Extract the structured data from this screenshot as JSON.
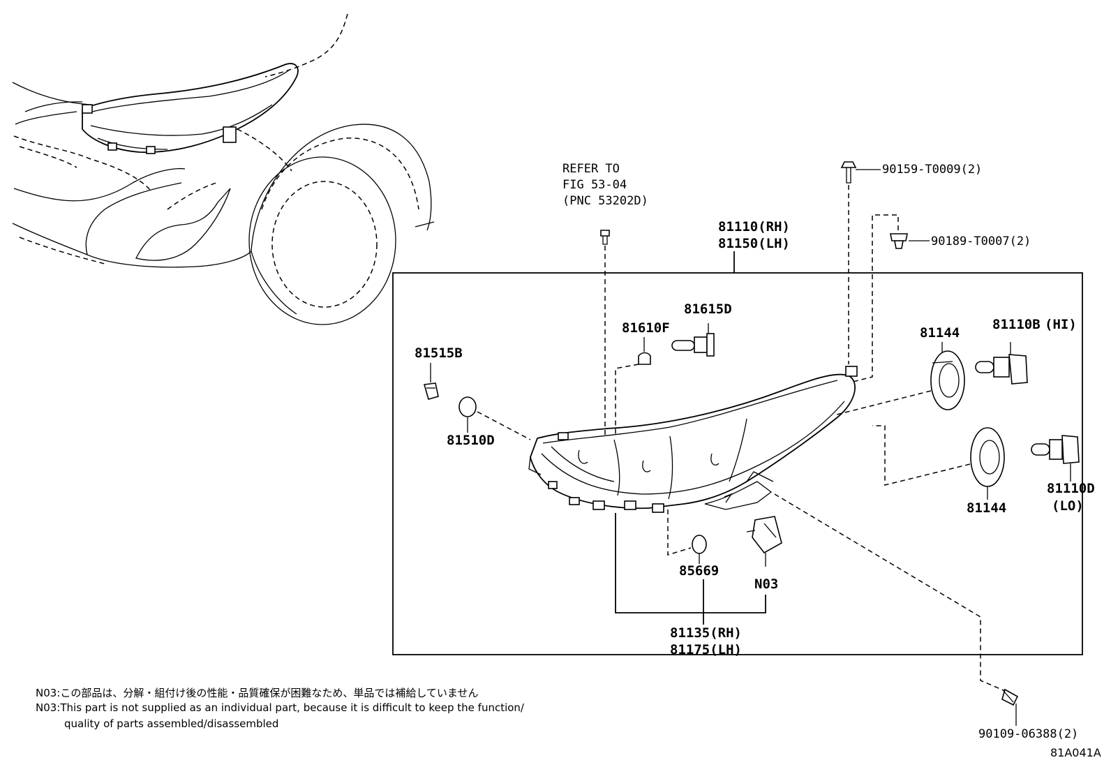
{
  "refer": {
    "line1": "REFER TO",
    "line2": "FIG 53-04",
    "line3": "(PNC 53202D)"
  },
  "parts": {
    "p81110_rh": "81110(RH)",
    "p81150_lh": "81150(LH)",
    "p90159": "90159-T0009(2)",
    "p90189": "90189-T0007(2)",
    "p81615d": "81615D",
    "p81610f": "81610F",
    "p81515b": "81515B",
    "p81510d": "81510D",
    "p81144_upper": "81144",
    "p81144_lower": "81144",
    "p81110b": "81110B",
    "p81110b_hi": "(HI)",
    "p81110d": "81110D",
    "p81110d_lo": "(LO)",
    "p85669": "85669",
    "pN03": "N03",
    "p81135_rh": "81135(RH)",
    "p81175_lh": "81175(LH)",
    "p90109": "90109-06388(2)"
  },
  "notes": {
    "jp": "N03:この部品は、分解・組付け後の性能・品質確保が困難なため、単品では補給していません",
    "en_line1": "N03:This part is not supplied as an individual part, because it is difficult to keep the function/",
    "en_line2": "quality of parts assembled/disassembled"
  },
  "figure_code": "81A041A"
}
